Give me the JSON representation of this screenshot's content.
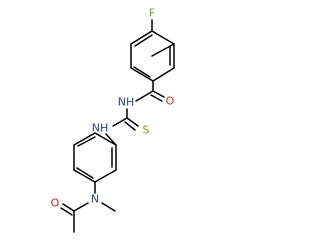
{
  "molecule": {
    "atoms": {
      "fluorine": {
        "symbol": "F",
        "color": "#6fa83a"
      },
      "amide_oxygen": {
        "symbol": "O",
        "color": "#e2231a"
      },
      "imide_nh": {
        "symbol": "NH",
        "color": "#1f3fbf"
      },
      "thioamide_nh": {
        "symbol": "NH",
        "color": "#1f3fbf"
      },
      "sulfur": {
        "symbol": "S",
        "color": "#b58a00"
      },
      "acetamide_oxygen": {
        "symbol": "O",
        "color": "#e2231a"
      },
      "acetamide_n": {
        "symbol": "N",
        "color": "#1f3fbf"
      }
    },
    "bond_color": "#000000"
  }
}
